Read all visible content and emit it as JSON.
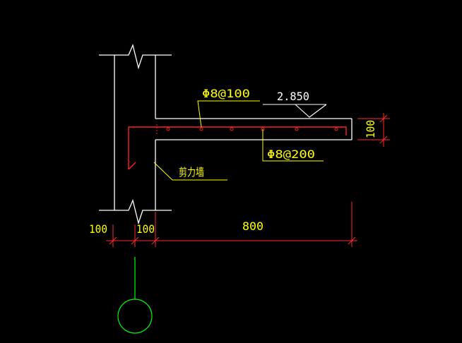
{
  "colors": {
    "background": "#000000",
    "outline": "#ffffff",
    "rebar": "#ff2020",
    "dimension": "#ff2a2a",
    "text": "#ffff00",
    "leader": "#ffff00",
    "axis_bubble": "#00ff00"
  },
  "annotations": {
    "top_bar_spec": "Φ8@100",
    "bottom_bar_spec": "Φ8@200",
    "elevation": "2.850",
    "wall_label": "剪力墙",
    "slab_thickness": "100"
  },
  "dimensions": {
    "left_offset": "100",
    "wall_thickness": "100",
    "cantilever_length": "800"
  }
}
